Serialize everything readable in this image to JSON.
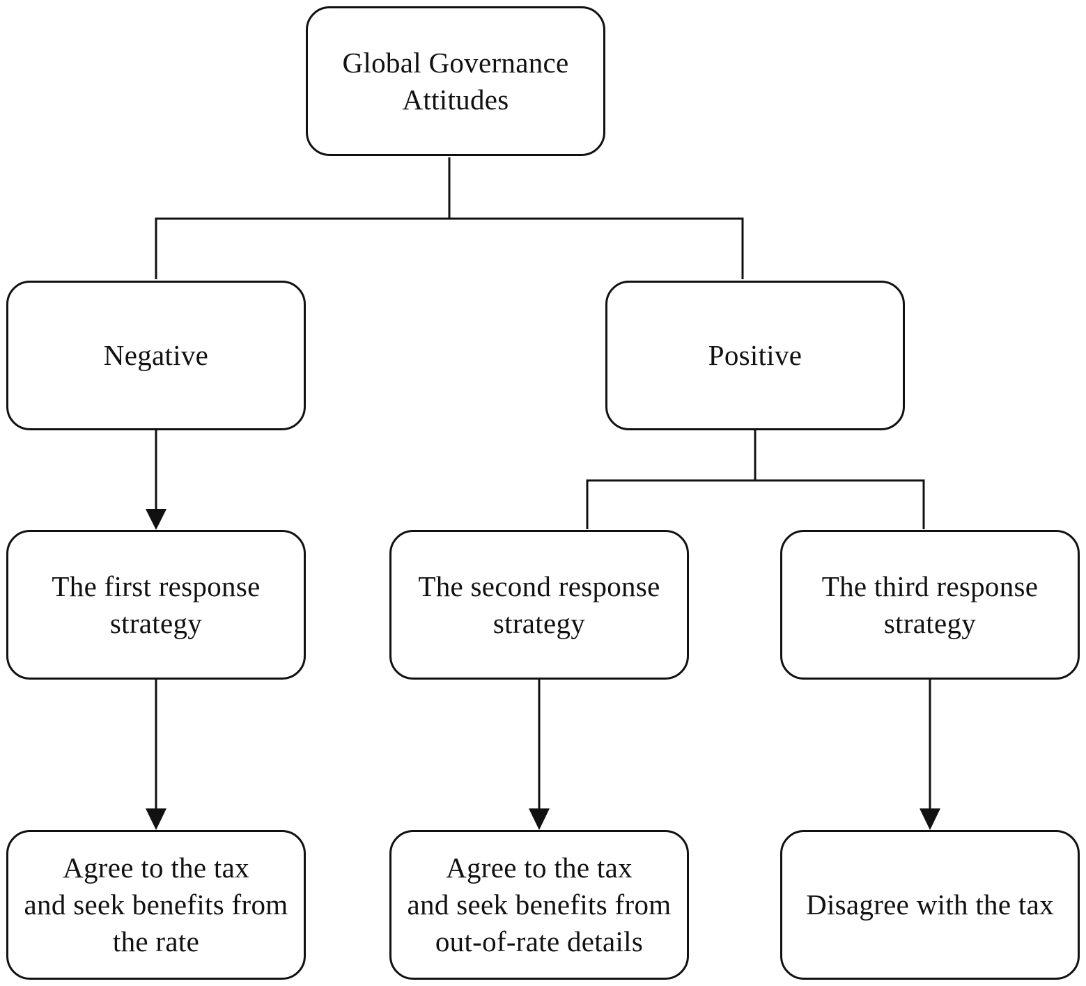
{
  "diagram": {
    "nodes": {
      "root": "Global Governance\nAttitudes",
      "negative": "Negative",
      "positive": "Positive",
      "strategy_first": "The first response\nstrategy",
      "strategy_second": "The second response\nstrategy",
      "strategy_third": "The third response\nstrategy",
      "outcome_first": "Agree to the tax\nand seek benefits from\nthe rate",
      "outcome_second": "Agree to the tax\nand seek benefits  from\nout-of-rate details",
      "outcome_third": "Disagree with the tax"
    },
    "edges": [
      {
        "from": "root",
        "to": "negative",
        "arrow": false
      },
      {
        "from": "root",
        "to": "positive",
        "arrow": false
      },
      {
        "from": "negative",
        "to": "strategy_first",
        "arrow": true
      },
      {
        "from": "positive",
        "to": "strategy_second",
        "arrow": false
      },
      {
        "from": "positive",
        "to": "strategy_third",
        "arrow": false
      },
      {
        "from": "strategy_first",
        "to": "outcome_first",
        "arrow": true
      },
      {
        "from": "strategy_second",
        "to": "outcome_second",
        "arrow": true
      },
      {
        "from": "strategy_third",
        "to": "outcome_third",
        "arrow": true
      }
    ],
    "colors": {
      "stroke": "#111111",
      "background": "#ffffff"
    }
  }
}
